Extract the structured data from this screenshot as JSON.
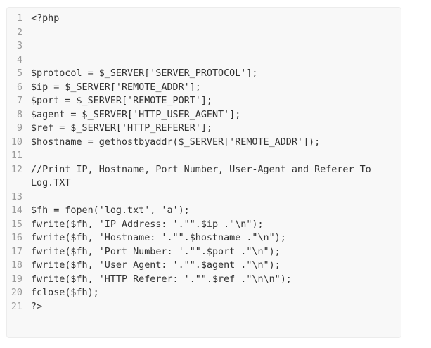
{
  "code": {
    "lines": [
      {
        "n": "1",
        "text": "<?php"
      },
      {
        "n": "2",
        "text": ""
      },
      {
        "n": "3",
        "text": ""
      },
      {
        "n": "4",
        "text": ""
      },
      {
        "n": "5",
        "text": "$protocol = $_SERVER['SERVER_PROTOCOL'];"
      },
      {
        "n": "6",
        "text": "$ip = $_SERVER['REMOTE_ADDR'];"
      },
      {
        "n": "7",
        "text": "$port = $_SERVER['REMOTE_PORT'];"
      },
      {
        "n": "8",
        "text": "$agent = $_SERVER['HTTP_USER_AGENT'];"
      },
      {
        "n": "9",
        "text": "$ref = $_SERVER['HTTP_REFERER'];"
      },
      {
        "n": "10",
        "text": "$hostname = gethostbyaddr($_SERVER['REMOTE_ADDR']);"
      },
      {
        "n": "11",
        "text": ""
      },
      {
        "n": "12",
        "text": "//Print IP, Hostname, Port Number, User-Agent and Referer To Log.TXT"
      },
      {
        "n": "13",
        "text": ""
      },
      {
        "n": "14",
        "text": "$fh = fopen('log.txt', 'a');"
      },
      {
        "n": "15",
        "text": "fwrite($fh, 'IP Address: '.\"\".$ip .\"\\n\");"
      },
      {
        "n": "16",
        "text": "fwrite($fh, 'Hostname: '.\"\".$hostname .\"\\n\");"
      },
      {
        "n": "17",
        "text": "fwrite($fh, 'Port Number: '.\"\".$port .\"\\n\");"
      },
      {
        "n": "18",
        "text": "fwrite($fh, 'User Agent: '.\"\".$agent .\"\\n\");"
      },
      {
        "n": "19",
        "text": "fwrite($fh, 'HTTP Referer: '.\"\".$ref .\"\\n\\n\");"
      },
      {
        "n": "20",
        "text": "fclose($fh);"
      },
      {
        "n": "21",
        "text": "?>"
      }
    ]
  }
}
